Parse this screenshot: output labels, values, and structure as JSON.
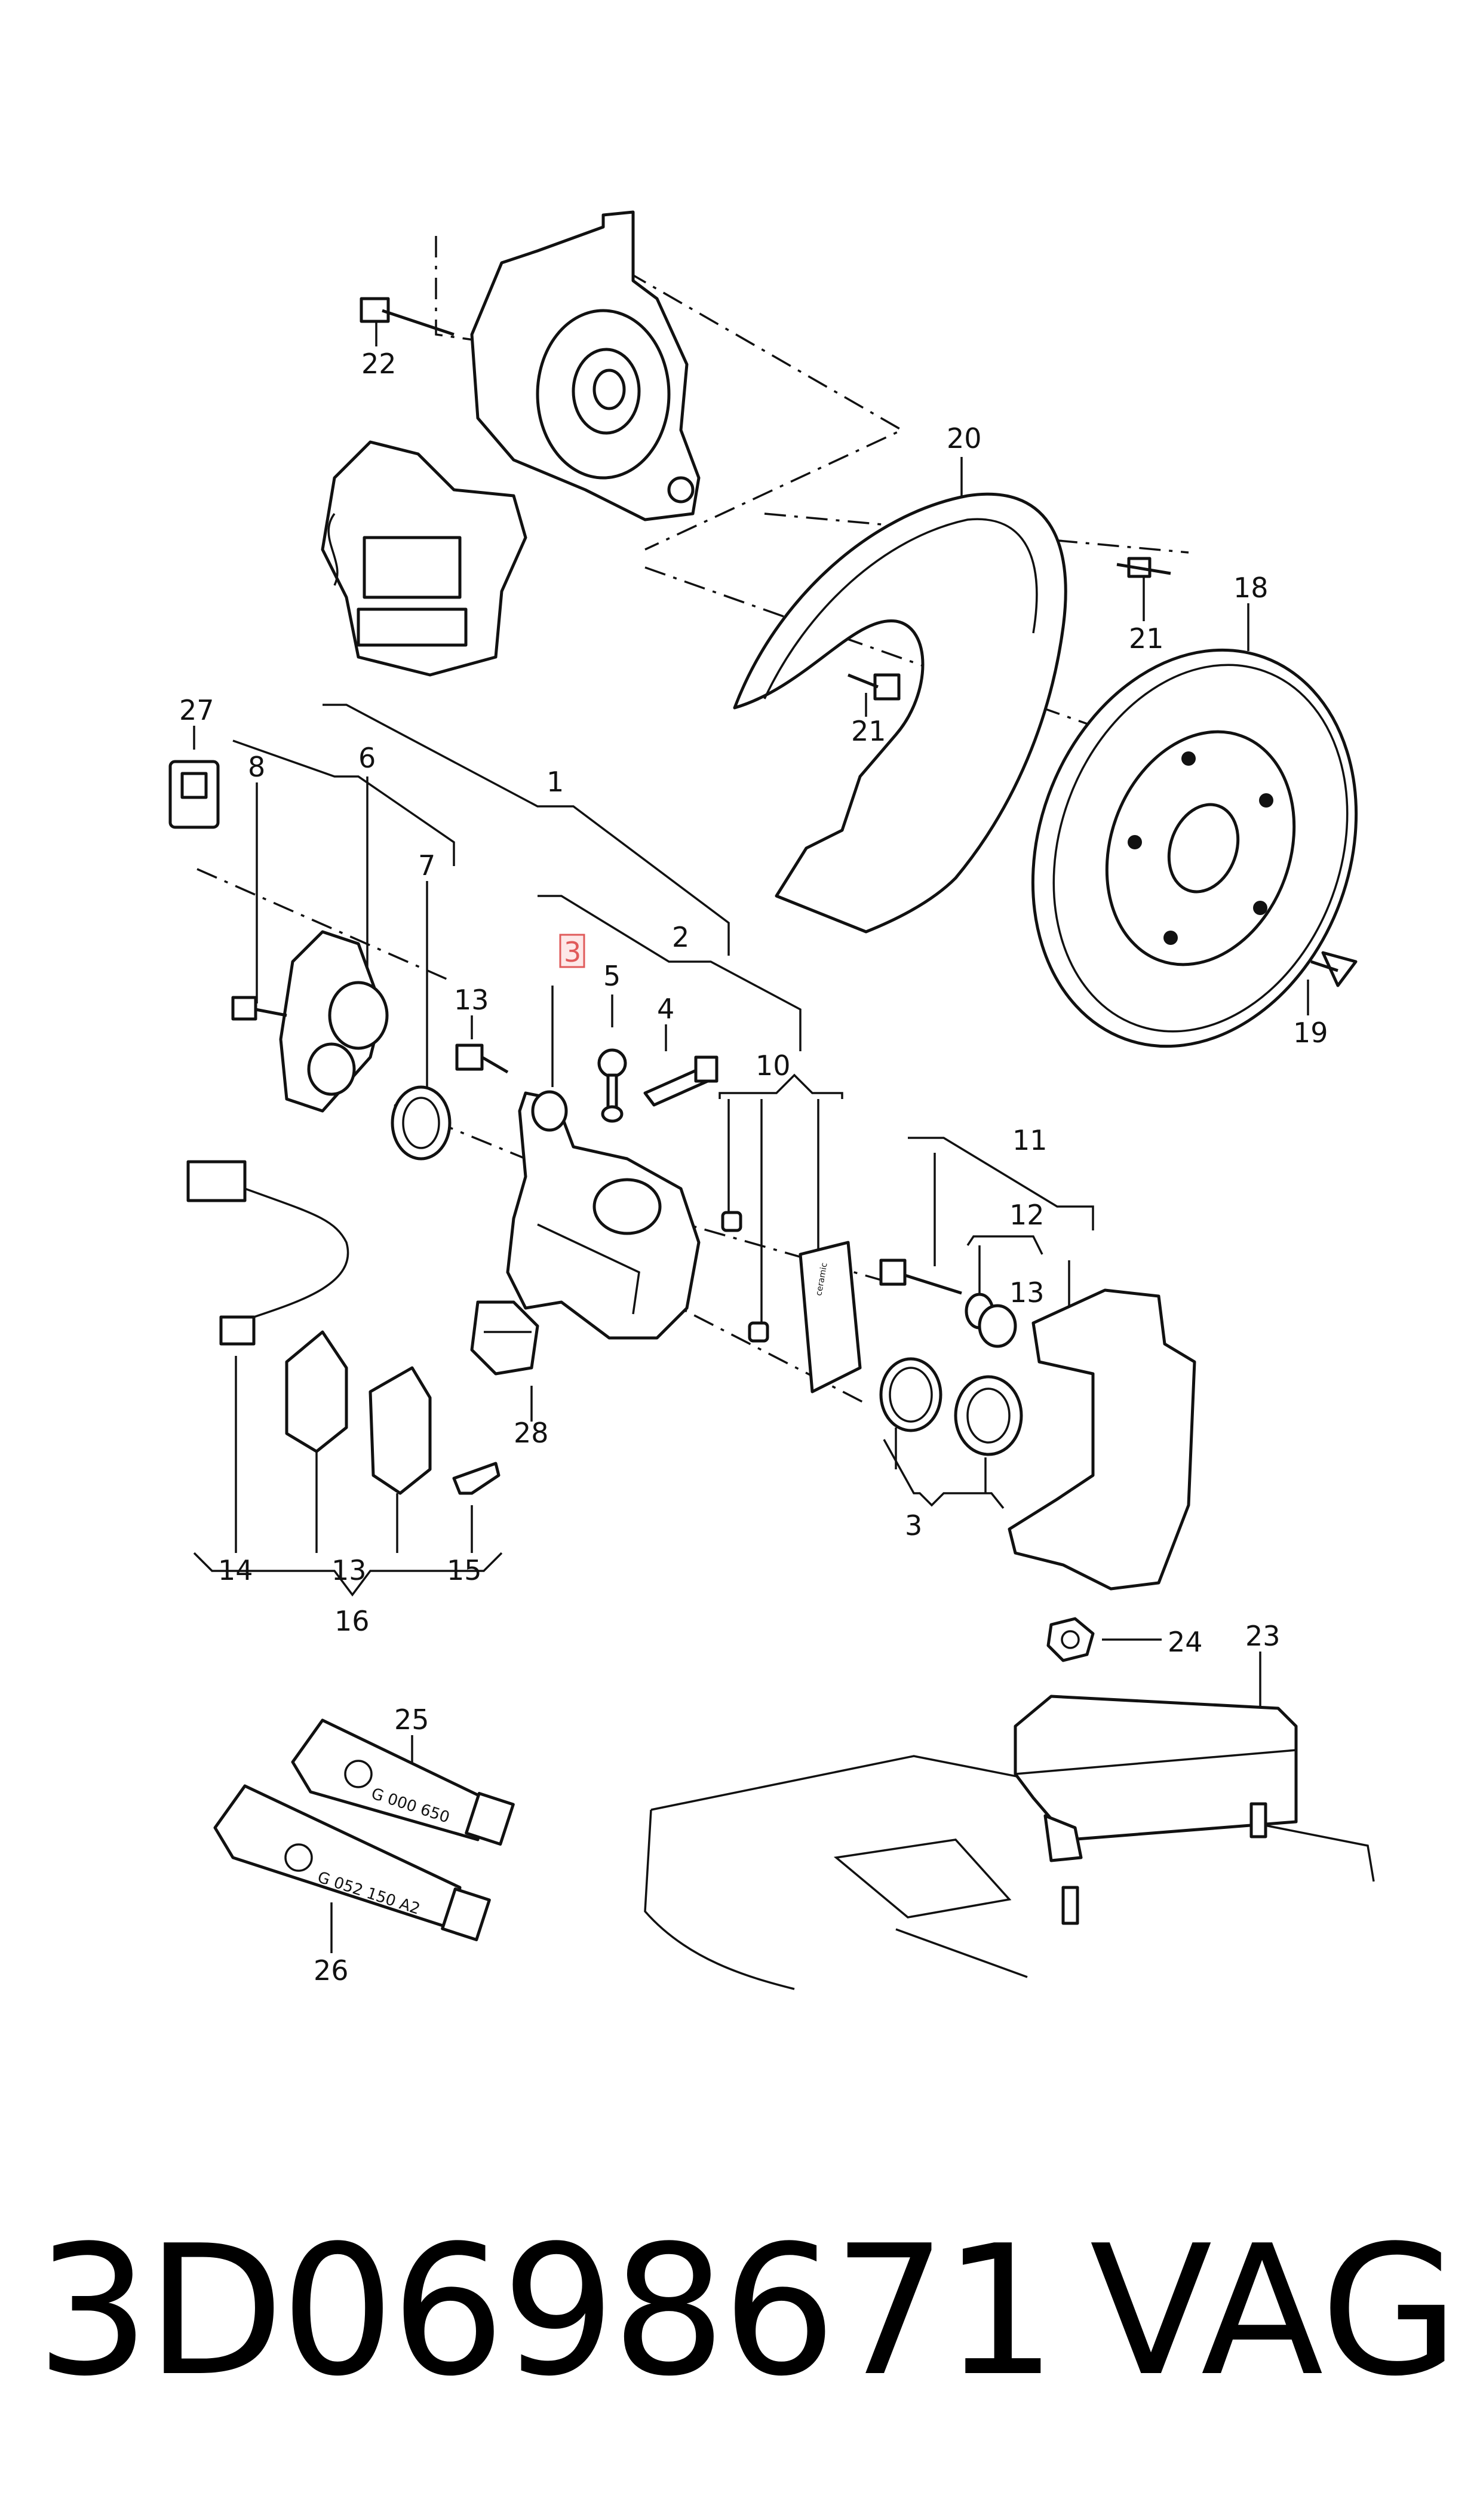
{
  "diagram": {
    "callouts": [
      "20",
      "21",
      "21",
      "18",
      "19",
      "22",
      "27",
      "8",
      "6",
      "7",
      "1",
      "3",
      "5",
      "2",
      "4",
      "13",
      "10",
      "11",
      "12",
      "13",
      "14",
      "13",
      "15",
      "16",
      "28",
      "3",
      "24",
      "23",
      "25",
      "26"
    ],
    "highlighted_callout": "3",
    "tube_labels": {
      "tube_25": "G 000 650",
      "tube_26": "G 052 150 A2"
    },
    "pad_label": "ceramic"
  },
  "footer": {
    "part_number": "3D0698671",
    "brand": "VAG"
  }
}
